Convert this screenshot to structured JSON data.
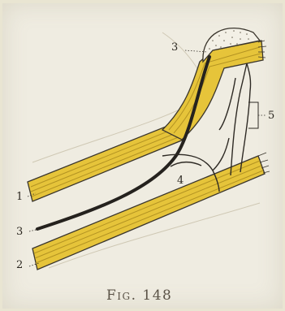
{
  "figure": {
    "caption": "Fig. 148",
    "labels": {
      "l1": "1",
      "l2": "2",
      "l3": "3",
      "l3_top": "3",
      "l4": "4",
      "l5": "5"
    }
  },
  "colors": {
    "tendon_yellow": "#e6c43a",
    "tendon_stripe": "#b39322",
    "nerve_black": "#25221e",
    "outline": "#3a352c",
    "paper": "#efece1"
  }
}
